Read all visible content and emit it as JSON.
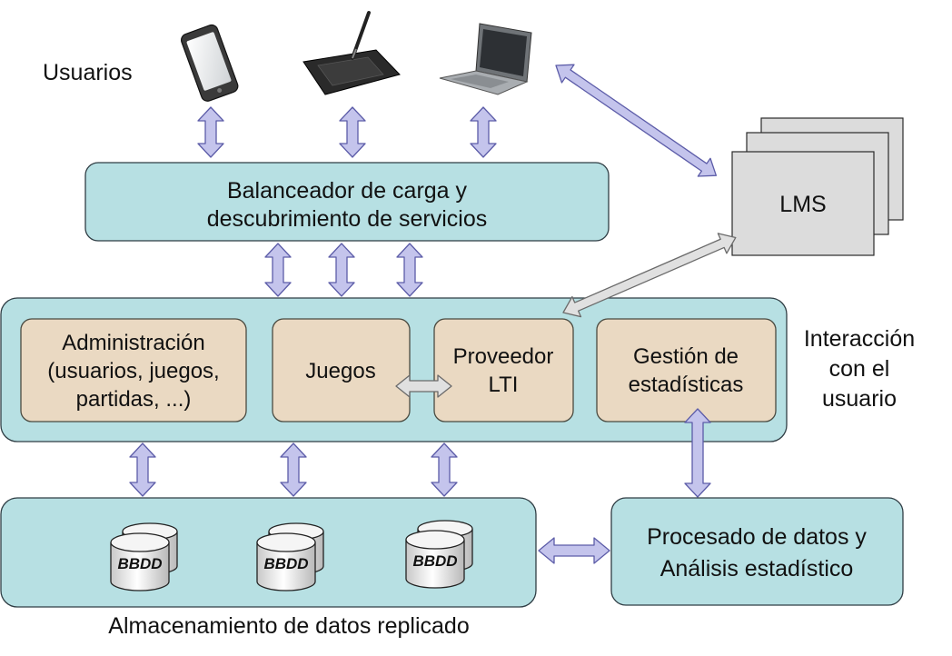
{
  "labels": {
    "users": "Usuarios",
    "interaction_line1": "Interacción",
    "interaction_line2": "con el",
    "interaction_line3": "usuario",
    "storage": "Almacenamiento de datos replicado"
  },
  "balancer": {
    "line1": "Balanceador de carga y",
    "line2": "descubrimiento de servicios"
  },
  "lms": "LMS",
  "modules": {
    "admin_line1": "Administración",
    "admin_line2": "(usuarios, juegos,",
    "admin_line3": "partidas, ...)",
    "games": "Juegos",
    "lti_line1": "Proveedor",
    "lti_line2": "LTI",
    "stats_line1": "Gestión de",
    "stats_line2": "estadísticas"
  },
  "processing": {
    "line1": "Procesado de datos y",
    "line2": "Análisis estadístico"
  },
  "databases": [
    "BBDD",
    "BBDD",
    "BBDD"
  ],
  "devices": [
    "phone-icon",
    "tablet-icon",
    "laptop-icon"
  ],
  "colors": {
    "container": "#b7e0e3",
    "module": "#ead9c2",
    "arrow": "#c4c4ec",
    "lms": "#dcdcdc"
  }
}
